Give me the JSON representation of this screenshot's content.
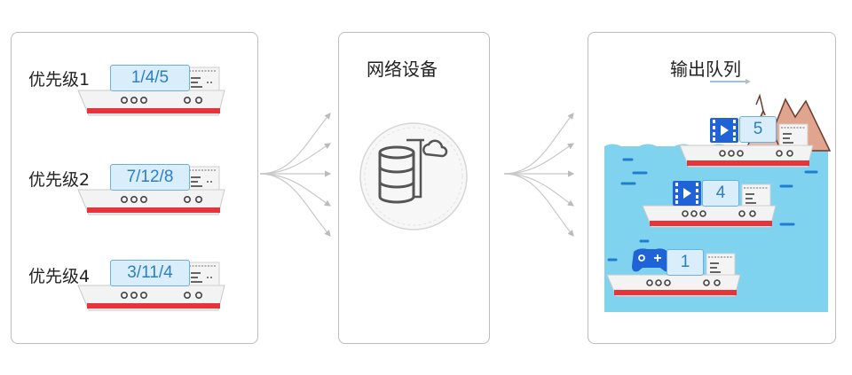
{
  "left_panel": {
    "queues": [
      {
        "label": "优先级1",
        "packets": "1/4/5"
      },
      {
        "label": "优先级2",
        "packets": "7/12/8"
      },
      {
        "label": "优先级4",
        "packets": "3/11/4"
      }
    ]
  },
  "middle_panel": {
    "title": "网络设备",
    "icon": "database-cloud-icon"
  },
  "right_panel": {
    "title": "输出队列",
    "ships": [
      {
        "packet": "5",
        "cargo_icon": "video-icon"
      },
      {
        "packet": "4",
        "cargo_icon": "video-icon"
      },
      {
        "packet": "1",
        "cargo_icon": "gamepad-icon"
      }
    ]
  },
  "colors": {
    "sea": "#7fd3ef",
    "hull_stripe": "#e8333a",
    "packet_box_fill": "#d9eefa",
    "packet_box_border": "#6ab0e0",
    "packet_text": "#2b7fc4",
    "icon_blue": "#1f63d6",
    "mountain": "#e0a48f"
  }
}
